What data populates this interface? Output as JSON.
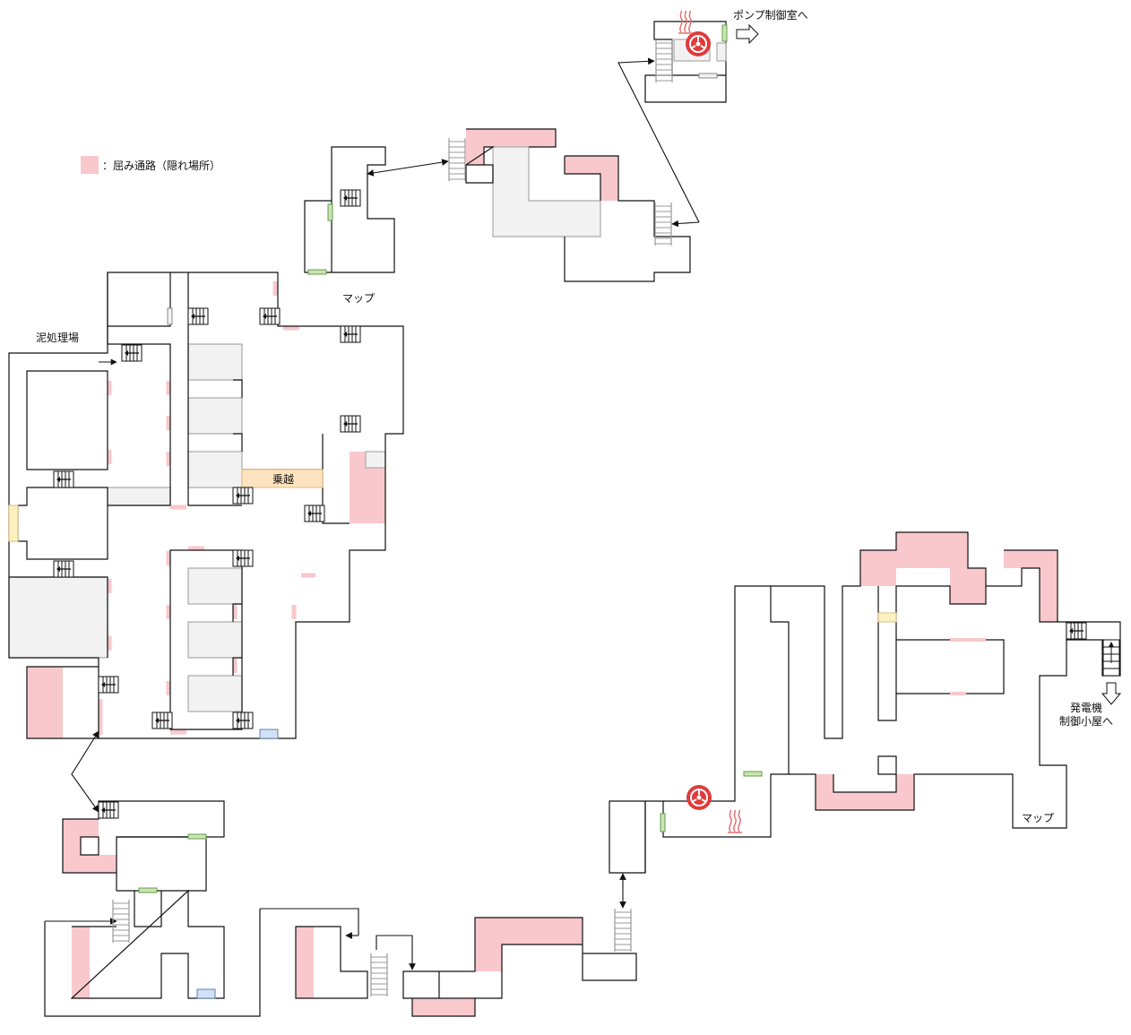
{
  "legend": {
    "crawlspace_label": "：屈み通路（隠れ場所）"
  },
  "labels": {
    "mud_plant": "泥処理場",
    "map_north": "マップ",
    "map_east": "マップ",
    "climb_over": "乗越",
    "to_pump_room": "ポンプ制御室へ",
    "to_generator_line1": "発電機",
    "to_generator_line2": "制御小屋へ"
  },
  "colors": {
    "wall": "#111111",
    "crawl": "#f8c8cc",
    "block": "#f2f2f2",
    "climb": "#fde3bf",
    "green_door": "#c6e7b0",
    "valve": "#e03a3a",
    "steam": "#e07070",
    "save_box": "#cfe2f7",
    "yellow_door": "#fdf1c0"
  },
  "icons": [
    "valve-wheel-icon",
    "steam-vent-icon",
    "stairs-icon",
    "ladder-icon",
    "exit-arrow-icon"
  ]
}
